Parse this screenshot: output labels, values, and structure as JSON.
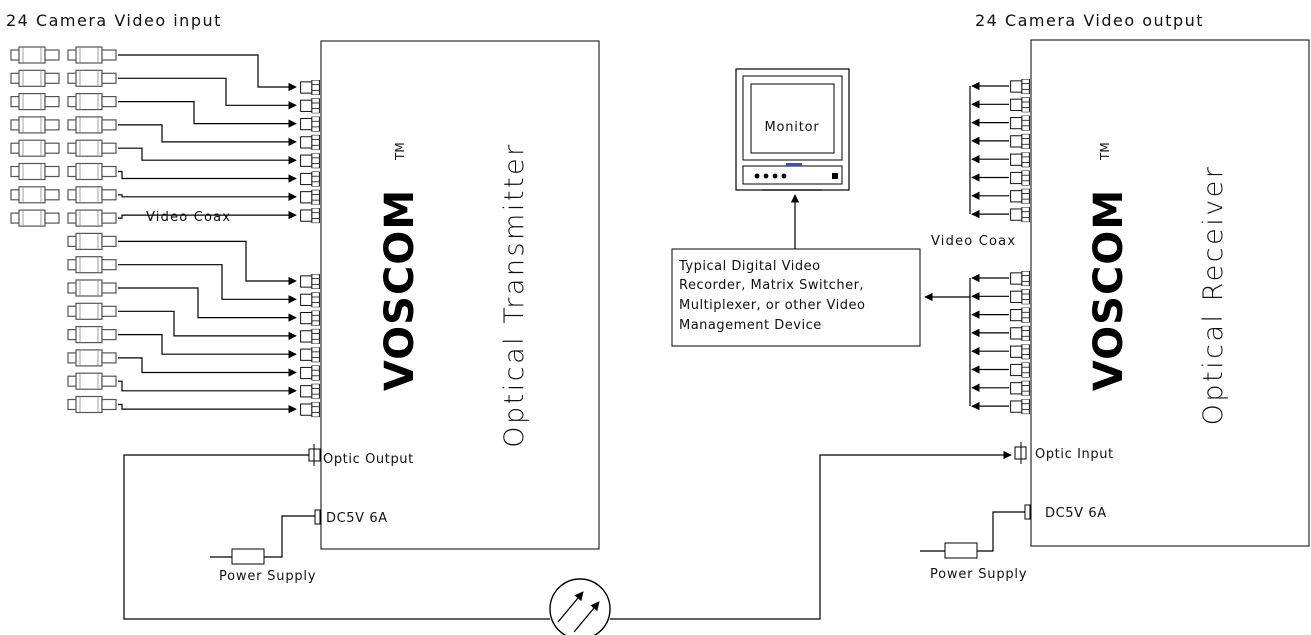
{
  "labels": {
    "input_title": "24 Camera Video input",
    "output_title": "24 Camera Video output",
    "transmitter": "Optical Transmitter",
    "receiver": "Optical Receiver",
    "brand": "VOSCOM",
    "trademark": "TM",
    "monitor": "Monitor",
    "video_coax_left": "Video Coax",
    "video_coax_right": "Video Coax",
    "optic_output": "Optic Output",
    "optic_input": "Optic Input",
    "dc_left": "DC5V 6A",
    "dc_right": "DC5V 6A",
    "power_left": "Power Supply",
    "power_right": "Power Supply",
    "dvr_lines": [
      "Typical Digital Video",
      "Recorder, Matrix Switcher,",
      "Multiplexer, or other Video",
      "Management Device"
    ]
  },
  "counts": {
    "cameras": 24,
    "transmitter_ports": 16,
    "receiver_ports": 16
  },
  "colors": {
    "line": "#000000",
    "monitor_led": "#3b4bd6"
  }
}
